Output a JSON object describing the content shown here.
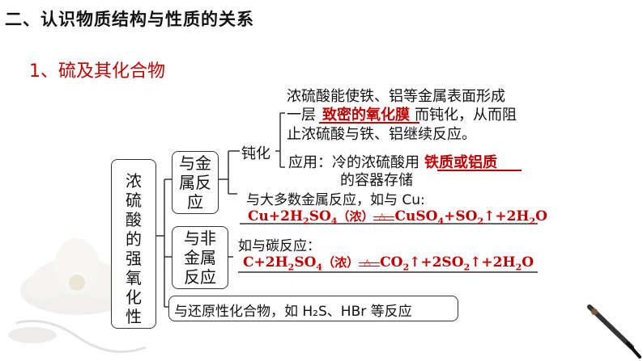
{
  "section_title": "二、认识物质结构与性质的关系",
  "sub_title": "1、硫及其化合物",
  "root_box": "浓硫酸的强氧化性",
  "metal_box": "与金属反应",
  "nonmetal_box": "与非金属反应",
  "passivation_label": "钝化",
  "passivation_desc_line1": "浓硫酸能使铁、铝等金属表面形成",
  "passivation_desc_line2_pre": "一层",
  "passivation_desc_line2_red": "致密的氧化膜",
  "passivation_desc_line2_post": "而钝化，从而阻",
  "passivation_desc_line3": "止浓硫酸与铁、铝继续反应。",
  "application_pre": "应用：冷的浓硫酸用",
  "application_red": "铁质或铝质",
  "application_line2": "的容器存储",
  "metal_general": "与大多数金属反应，如与 Cu:",
  "eq_cu": {
    "reactants": "Cu+2H",
    "h_sub": "2",
    "so": "SO",
    "so_sub": "4",
    "conc": "（浓）",
    "condition": "△",
    "p1": "CuSO",
    "p1_sub": "4",
    "p2": "+SO",
    "p2_sub": "2",
    "arrow": "↑",
    "p3": "+2H",
    "p3_sub": "2",
    "p3_end": "O"
  },
  "nonmetal_general": "如与碳反应：",
  "eq_c": {
    "reactants": "C+2H",
    "h_sub": "2",
    "so": "SO",
    "so_sub": "4",
    "conc": "（浓）",
    "condition": "△",
    "p1": "CO",
    "p1_sub": "2",
    "arrow1": "↑",
    "p2": "+2SO",
    "p2_sub": "2",
    "arrow2": "↑",
    "p3": "+2H",
    "p3_sub": "2",
    "p3_end": "O"
  },
  "reducing_box": "与还原性化合物，如 H₂S、HBr 等反应"
}
